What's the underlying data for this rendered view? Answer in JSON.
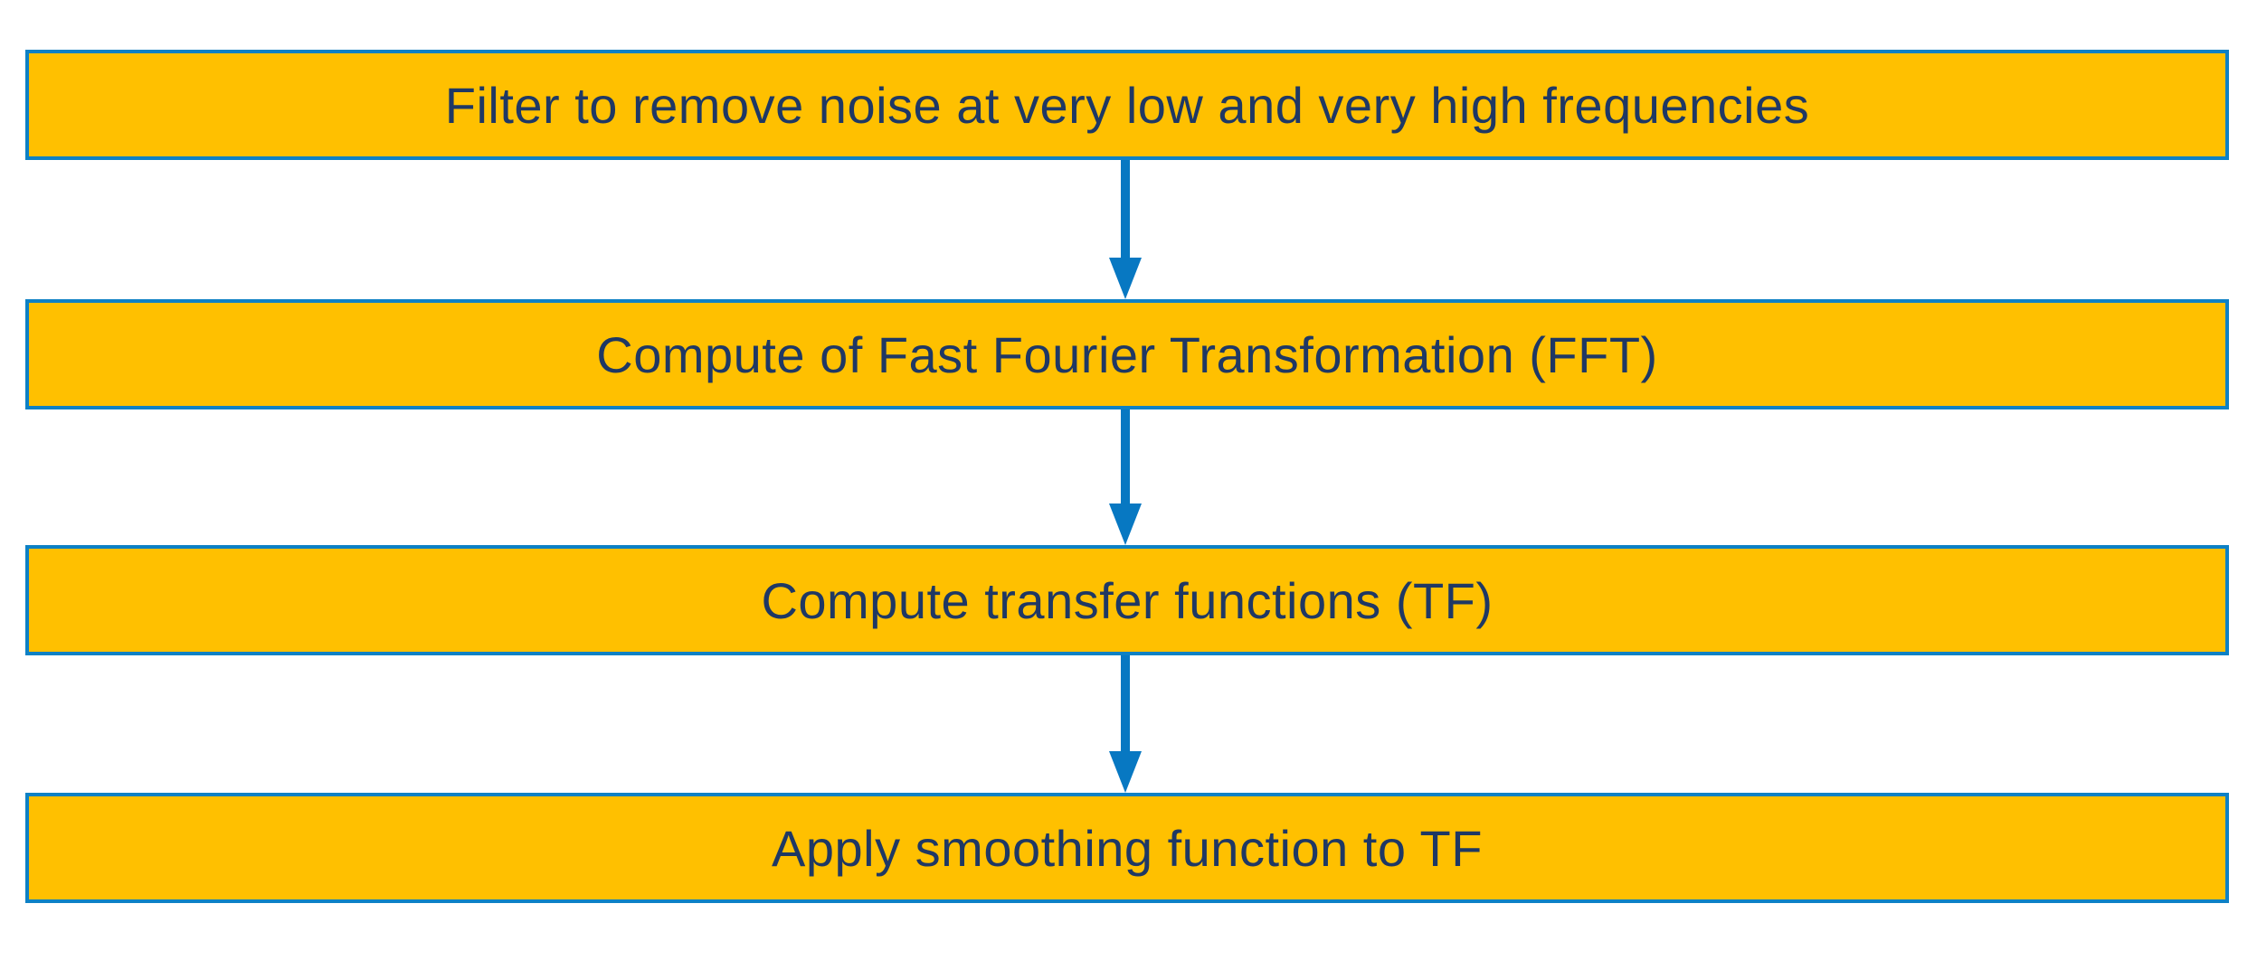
{
  "flowchart": {
    "steps": [
      {
        "label": "Filter to remove noise at very low and very high frequencies"
      },
      {
        "label": "Compute of Fast Fourier Transformation (FFT)"
      },
      {
        "label": "Compute transfer functions (TF)"
      },
      {
        "label": "Apply smoothing function to TF"
      }
    ],
    "connector_icon": "down-arrow"
  },
  "colors": {
    "box_fill": "#FFC000",
    "box_border": "#0E81C5",
    "arrow": "#0778C2",
    "text": "#1F3864",
    "background": "#FFFFFF"
  }
}
